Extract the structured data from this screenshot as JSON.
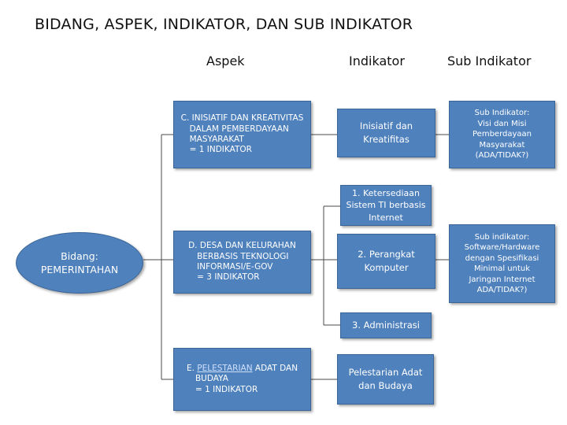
{
  "title": "BIDANG, ASPEK, INDIKATOR, DAN SUB INDIKATOR",
  "headers": {
    "aspek": "Aspek",
    "indikator": "Indikator",
    "sub": "Sub Indikator"
  },
  "bidang": {
    "line1": "Bidang:",
    "line2": "PEMERINTAHAN"
  },
  "aspects": {
    "c": {
      "line1": "C. INISIATIF DAN KREATIVITAS",
      "line2": "DALAM PEMBERDAYAAN",
      "line3": "MASYARAKAT",
      "line4": "= 1 INDIKATOR"
    },
    "d": {
      "line1": "D. DESA DAN KELURAHAN",
      "line2": "BERBASIS TEKNOLOGI",
      "line3": "INFORMASI/E-GOV",
      "line4": "= 3 INDIKATOR"
    },
    "e": {
      "prefix": "E. ",
      "underlined": "PELESTARIAN",
      "suffix": " ADAT DAN",
      "line2": "BUDAYA",
      "line4": "= 1 INDIKATOR"
    }
  },
  "indicators": {
    "inisiatif": {
      "line1": "Inisiatif dan",
      "line2": "Kreatifitas"
    },
    "ketersediaan": {
      "line1": "1. Ketersediaan",
      "line2": "Sistem TI berbasis",
      "line3": "Internet"
    },
    "perangkat": {
      "line1": "2. Perangkat",
      "line2": "Komputer"
    },
    "administrasi": {
      "line1": "3. Administrasi"
    },
    "pelestarian": {
      "line1": "Pelestarian Adat",
      "line2": "dan Budaya"
    }
  },
  "subindicators": {
    "visi": {
      "line1": "Sub Indikator:",
      "line2": "Visi dan Misi",
      "line3": "Pemberdayaan",
      "line4": "Masyarakat",
      "line5": "(ADA/TIDAK?)"
    },
    "software": {
      "line1": "Sub indikator:",
      "line2": "Software/Hardware",
      "line3": "dengan Spesifikasi",
      "line4": "Minimal untuk",
      "line5": "Jaringan Internet",
      "line6": "ADA/TIDAK?)"
    }
  },
  "colors": {
    "box": "#4f81bd",
    "border": "#3a6597",
    "connector": "#4a4a4a"
  }
}
